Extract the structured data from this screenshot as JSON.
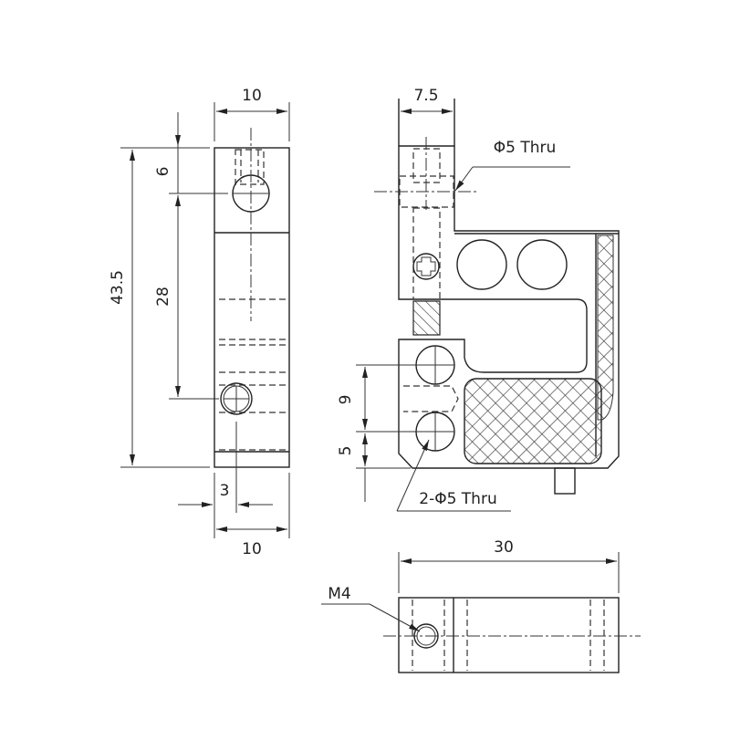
{
  "side_view": {
    "width_top": "10",
    "dim_6": "6",
    "height": "43.5",
    "dim_28": "28",
    "dim_3": "3",
    "width_bottom": "10"
  },
  "front_view": {
    "width": "7.5",
    "hole_top": "Φ5 Thru",
    "dim_9": "9",
    "dim_5": "5",
    "holes_bottom": "2-Φ5 Thru"
  },
  "bottom_view": {
    "length": "30",
    "thread": "M4"
  }
}
